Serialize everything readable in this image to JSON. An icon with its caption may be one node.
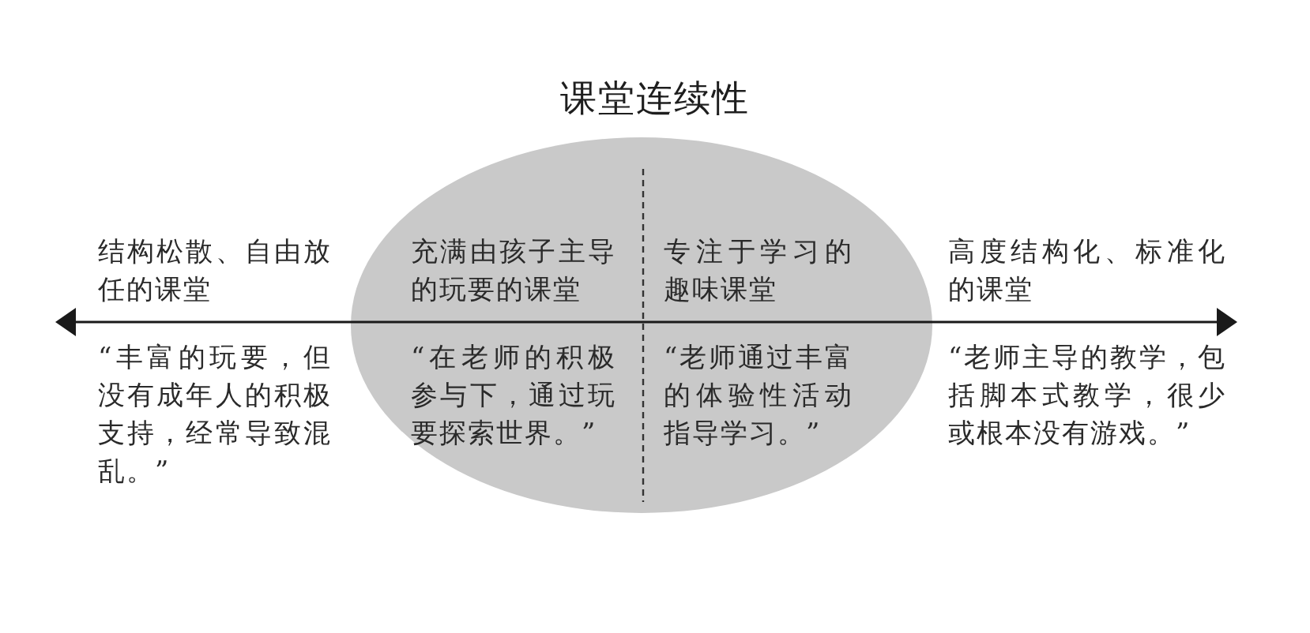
{
  "diagram": {
    "title": "课堂连续性",
    "nodes": [
      {
        "text": [
          "充满由孩子主导的玩要的课堂",
          "“在老师的积极参与下，通过玩要探索世界。”",
          "专注于学习的趣味课堂",
          "“老师通过丰富的体验性活动指导学习。”"
        ]
      }
    ],
    "labels": [
      "结构松散、自由放任的课堂",
      "“丰富的玩要，但没有成年人的积极支持，经常导致混乱。”",
      "高度结构化、标准化的课堂",
      "“老师主导的教学，包括脚本式教学，很少或根本没有游戏。”"
    ]
  }
}
